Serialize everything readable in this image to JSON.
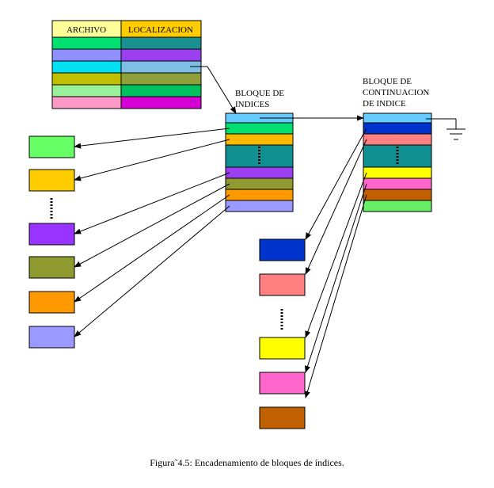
{
  "table": {
    "header": {
      "archivo": "ARCHIVO",
      "localizacion": "LOCALIZACION",
      "archivo_color": "#ffff99",
      "localizacion_color": "#ffcc00"
    },
    "rows": [
      {
        "left": "#00e070",
        "right": "#1a9090"
      },
      {
        "left": "#8f8fff",
        "right": "#9b3ff0"
      },
      {
        "left": "#00e0f0",
        "right": "#7fbfe6"
      },
      {
        "left": "#c0c000",
        "right": "#8f9f3a"
      },
      {
        "left": "#99f099",
        "right": "#00c060"
      },
      {
        "left": "#ff99c8",
        "right": "#d400d4"
      }
    ]
  },
  "index_block": {
    "label_line1": "BLOQUE DE",
    "label_line2": "INDICES",
    "rows": [
      "#66ccff",
      "#00e070",
      "#ffb800",
      "#109090",
      "#9b3ff0",
      "#8f9a30",
      "#ff9900",
      "#9999ff"
    ]
  },
  "continuation_block": {
    "label_line1": "BLOQUE DE",
    "label_line2": "CONTINUACION",
    "label_line3": "DE INDICE",
    "rows": [
      "#66ccff",
      "#0033cc",
      "#ff8080",
      "#109090",
      "#ffff00",
      "#ff66cc",
      "#c06000",
      "#66ee66"
    ]
  },
  "left_data_blocks": [
    "#66ff66",
    "#ffcc00",
    "#9933ff",
    "#8f9a30",
    "#ff9900",
    "#9999ff"
  ],
  "right_data_blocks": [
    "#0033cc",
    "#ff8080",
    "#ffff00",
    "#ff66cc",
    "#c06000"
  ],
  "caption": "Figura˜4.5: Encadenamiento de bloques de índices."
}
